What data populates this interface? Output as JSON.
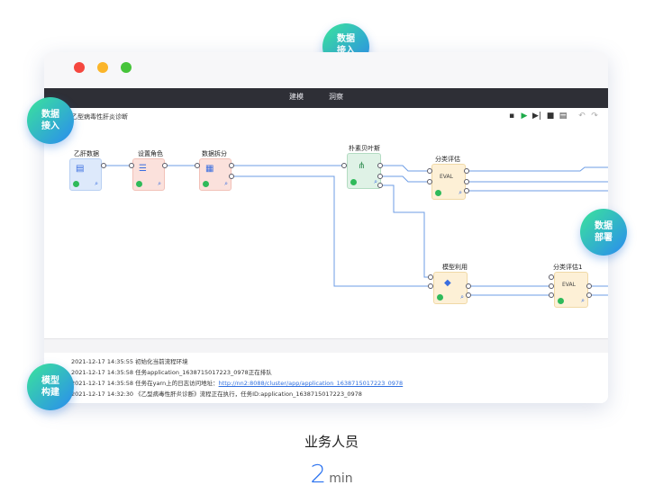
{
  "menubar": {
    "items": [
      "建模",
      "洞察"
    ]
  },
  "project": {
    "name": "乙型病毒性肝炎诊断"
  },
  "nodes": {
    "n1": "乙肝数据",
    "n2": "设置角色",
    "n3": "数据拆分",
    "n4": "朴素贝叶斯",
    "n5": "分类评估",
    "n6": "模型利用",
    "n7": "分类评估1"
  },
  "node_glyph_text": {
    "eval": "EVAL"
  },
  "logs": [
    "2021-12-17 14:35:55 初始化当前流程环境",
    "2021-12-17 14:35:58 任务application_1638715017223_0978正在排队",
    "2021-12-17 14:35:58 任务在yarn上的日志访问地址：",
    "http://nn2:8088/cluster/app/application_1638715017223_0978",
    "2021-12-17 14:32:30 《乙型病毒性肝炎诊断》流程正在执行，任务ID:application_1638715017223_0978"
  ],
  "badges": {
    "top": [
      "数据",
      "接入"
    ],
    "left_top": [
      "数据",
      "接入"
    ],
    "right": [
      "数据",
      "部署"
    ],
    "left_bottom": [
      "模型",
      "构建"
    ]
  },
  "caption": "业务人员",
  "duration": {
    "value": "2",
    "unit": "min"
  },
  "colors": {
    "accent": "#2a72f0",
    "badge_start": "#3be49a",
    "badge_end": "#2a8bf0"
  },
  "icons": [
    "save-icon",
    "run-icon",
    "step-run-icon",
    "stop-icon",
    "export-icon",
    "undo-icon",
    "redo-icon"
  ]
}
